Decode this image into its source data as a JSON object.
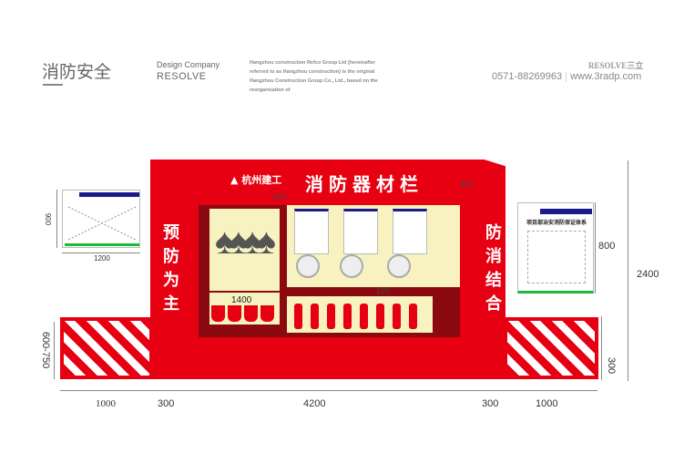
{
  "header": {
    "title": "消防安全",
    "company_label": "Design Company",
    "company_name": "RESOLVE",
    "description": "Hangzhou construction Refco Group Ltd (hereinafter referred to as Hangzhou construction) is the original Hangzhou Construction Group Co., Ltd., based on the reorganization of",
    "brand": "RESOLVE三立",
    "phone": "0571-88269963",
    "website": "www.3radp.com"
  },
  "cabinet": {
    "logo_text": "杭州建工",
    "title": "消防器材栏",
    "left_slogan": "预防为主",
    "right_slogan": "防消结合"
  },
  "dimensions": {
    "top_gap": "120",
    "header_height": "400",
    "mid_gap": "120",
    "shovel_width": "1400",
    "left_poster_h": "900",
    "left_poster_w": "1200",
    "right_poster_h": "800",
    "total_h": "2400",
    "barrier_h": "600-750",
    "barrier_right_h": "300",
    "bottom": [
      "1000",
      "300",
      "4200",
      "300",
      "1000"
    ]
  },
  "right_poster": {
    "title": "项目部治安消防保证体系"
  },
  "colors": {
    "red": "#e60012",
    "cream": "#f7f2c0",
    "navy": "#1a1a8c",
    "green": "#1db83a"
  }
}
